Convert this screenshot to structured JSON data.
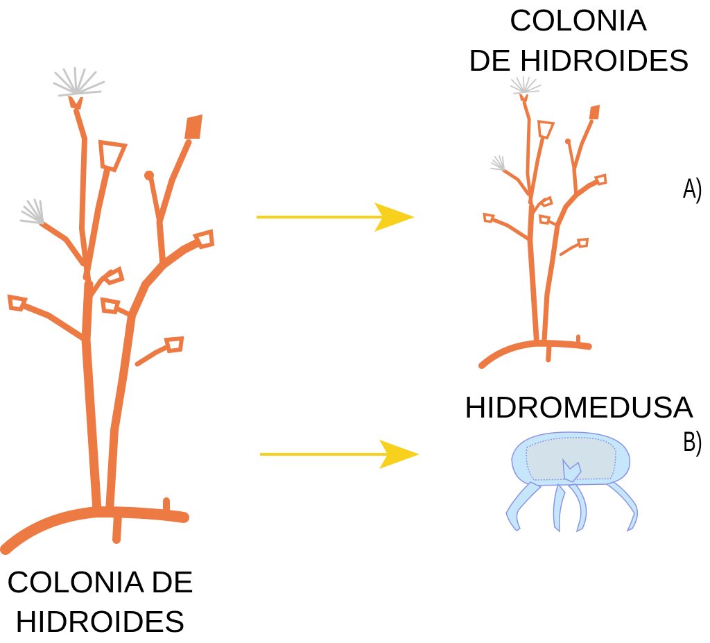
{
  "labels": {
    "left_colony_line1": "COLONIA DE",
    "left_colony_line2": "HIDROIDES",
    "right_colony_line1": "COLONIA",
    "right_colony_line2": "DE HIDROIDES",
    "option_a": "A)",
    "medusa": "HIDROMEDUSA",
    "option_b": "B)"
  },
  "colors": {
    "colony": "#ec7a42",
    "arrow": "#f7d11e",
    "medusa_fill": "#c6e6fb",
    "medusa_stroke": "#8a94e6",
    "medusa_inner": "#d3e2ea"
  }
}
